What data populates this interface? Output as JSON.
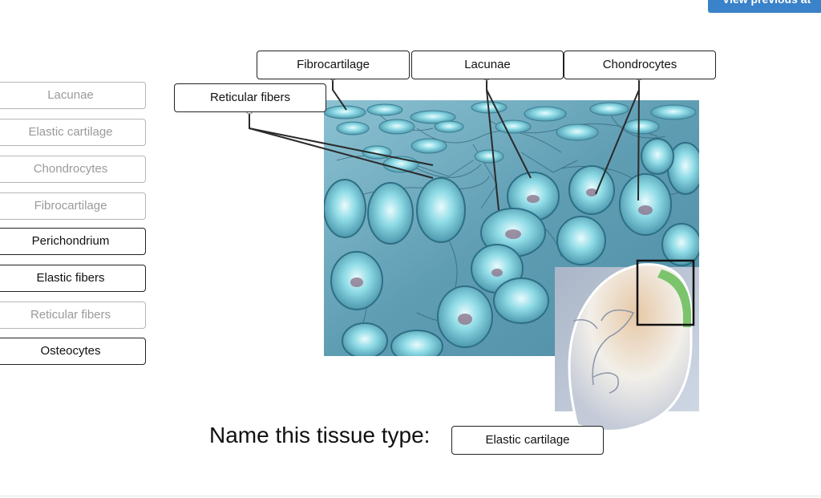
{
  "header": {
    "view_previous_label": "View previous at"
  },
  "word_bank": {
    "items": [
      {
        "label": "Lacunae"
      },
      {
        "label": "Elastic cartilage"
      },
      {
        "label": "Chondrocytes"
      },
      {
        "label": "Fibrocartilage"
      },
      {
        "label": "Perichondrium"
      },
      {
        "label": "Elastic fibers"
      },
      {
        "label": "Reticular fibers"
      },
      {
        "label": "Osteocytes"
      }
    ]
  },
  "figure": {
    "labels": {
      "fibrocartilage": "Fibrocartilage",
      "lacunae": "Lacunae",
      "chondrocytes": "Chondrocytes",
      "reticular_fibers": "Reticular fibers"
    }
  },
  "question": {
    "prompt": "Name this tissue type:",
    "answer": "Elastic cartilage"
  },
  "colors": {
    "button_blue": "#3a82c9",
    "tissue_background": "#6aa4b8",
    "cell_cyan": "#9fe6ef",
    "ear_cartilage_green": "#7bc46b"
  }
}
